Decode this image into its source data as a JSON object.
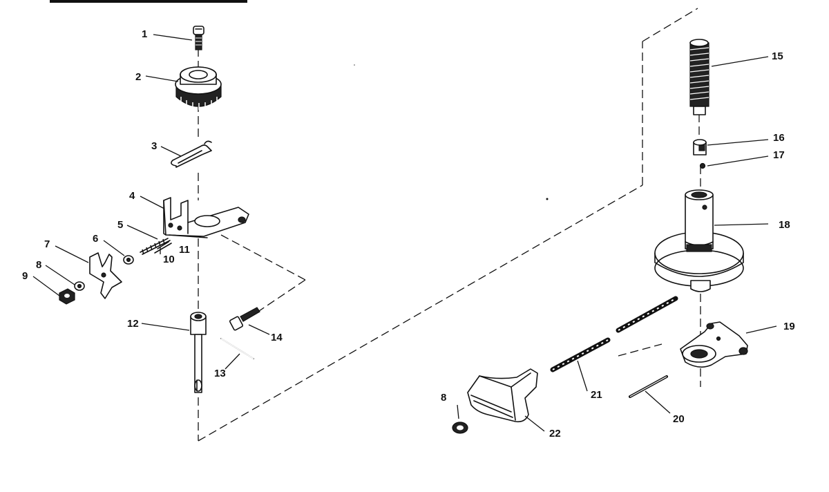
{
  "diagram": {
    "callouts": [
      {
        "id": "c1",
        "text": "1"
      },
      {
        "id": "c2",
        "text": "2"
      },
      {
        "id": "c3",
        "text": "3"
      },
      {
        "id": "c4",
        "text": "4"
      },
      {
        "id": "c5",
        "text": "5"
      },
      {
        "id": "c6",
        "text": "6"
      },
      {
        "id": "c7",
        "text": "7"
      },
      {
        "id": "c8a",
        "text": "8"
      },
      {
        "id": "c9",
        "text": "9"
      },
      {
        "id": "c10",
        "text": "10"
      },
      {
        "id": "c11",
        "text": "11"
      },
      {
        "id": "c12",
        "text": "12"
      },
      {
        "id": "c13",
        "text": "13"
      },
      {
        "id": "c14",
        "text": "14"
      },
      {
        "id": "c15",
        "text": "15"
      },
      {
        "id": "c16",
        "text": "16"
      },
      {
        "id": "c17",
        "text": "17"
      },
      {
        "id": "c18",
        "text": "18"
      },
      {
        "id": "c19",
        "text": "19"
      },
      {
        "id": "c20",
        "text": "20"
      },
      {
        "id": "c21",
        "text": "21"
      },
      {
        "id": "c8b",
        "text": "8"
      },
      {
        "id": "c22",
        "text": "22"
      }
    ]
  }
}
